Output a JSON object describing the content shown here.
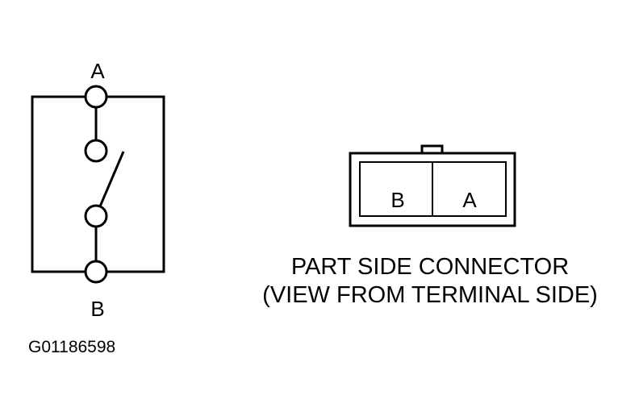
{
  "switch": {
    "terminal_top_label": "A",
    "terminal_bottom_label": "B"
  },
  "connector": {
    "cavity_left_label": "B",
    "cavity_right_label": "A",
    "caption_line1": "PART SIDE CONNECTOR",
    "caption_line2": "(VIEW FROM TERMINAL SIDE)"
  },
  "figure_id": "G01186598",
  "colors": {
    "ink": "#000000",
    "background": "#ffffff"
  }
}
